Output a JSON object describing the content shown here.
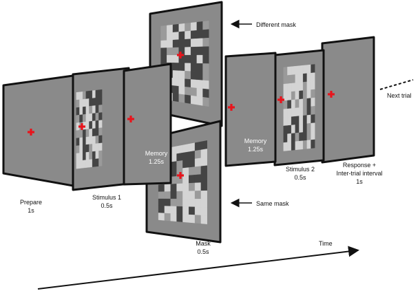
{
  "colors": {
    "panel_fill": "#8a8a8a",
    "panel_border": "#111111",
    "fixation_cross": "#e8141c",
    "pattern_light": "#d4d4d4",
    "pattern_dark": "#444444",
    "pattern_mid": "#9a9a9a"
  },
  "icons": {
    "fixation": "red-plus-cross",
    "arrow": "left-pointing-arrow",
    "time_axis": "long-right-arrow"
  },
  "stages": {
    "prepare": {
      "name": "Prepare",
      "duration": "1s"
    },
    "stimulus1": {
      "name": "Stimulus 1",
      "duration": "0.5s"
    },
    "memory1": {
      "name": "Memory",
      "duration": "1.25s"
    },
    "mask": {
      "name": "Mask",
      "duration": "0.5s"
    },
    "memory2": {
      "name": "Memory",
      "duration": "1.25s"
    },
    "stimulus2": {
      "name": "Stimulus 2",
      "duration": "0.5s"
    },
    "response": {
      "name": "Response +",
      "name2": "Inter-trial interval",
      "duration": "1s"
    }
  },
  "annotations": {
    "different_mask": "Different mask",
    "same_mask": "Same mask",
    "next_trial": "Next trial",
    "time": "Time"
  }
}
